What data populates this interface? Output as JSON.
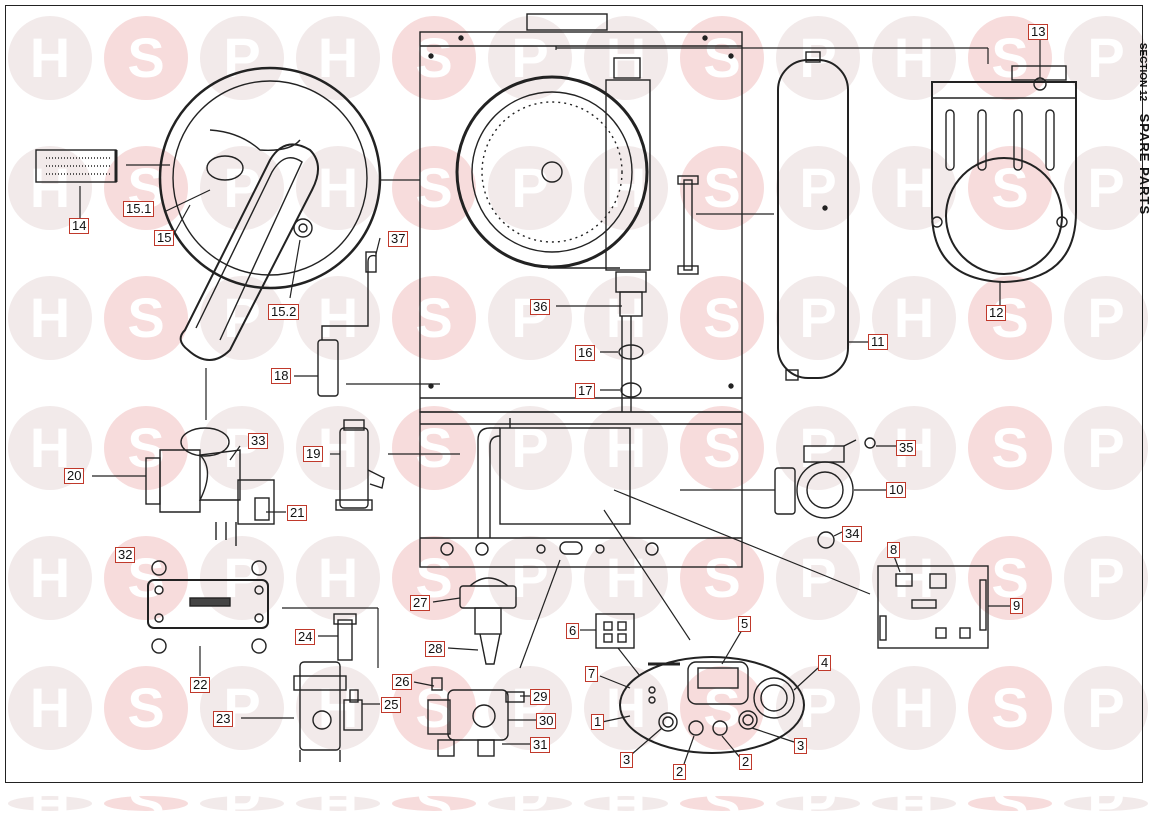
{
  "watermark": {
    "letters": [
      "H",
      "S",
      "P"
    ]
  },
  "section": {
    "number": "SECTION 12",
    "title": "SPARE PARTS"
  },
  "colors": {
    "line": "#222222",
    "label_border": "#c0392b",
    "watermark_pink": "#f7dcdc",
    "watermark_light": "#f2eaea"
  },
  "labels": {
    "p1": "1",
    "p2a": "2",
    "p2b": "2",
    "p3a": "3",
    "p3b": "3",
    "p4": "4",
    "p5": "5",
    "p6": "6",
    "p7": "7",
    "p8": "8",
    "p9": "9",
    "p10": "10",
    "p11": "11",
    "p12": "12",
    "p13": "13",
    "p14": "14",
    "p15": "15",
    "p15_1": "15.1",
    "p15_2": "15.2",
    "p16": "16",
    "p17": "17",
    "p18": "18",
    "p19": "19",
    "p20": "20",
    "p21": "21",
    "p22": "22",
    "p23": "23",
    "p24": "24",
    "p25": "25",
    "p26": "26",
    "p27": "27",
    "p28": "28",
    "p29": "29",
    "p30": "30",
    "p31": "31",
    "p32": "32",
    "p33": "33",
    "p34": "34",
    "p35": "35",
    "p36": "36",
    "p37": "37"
  }
}
